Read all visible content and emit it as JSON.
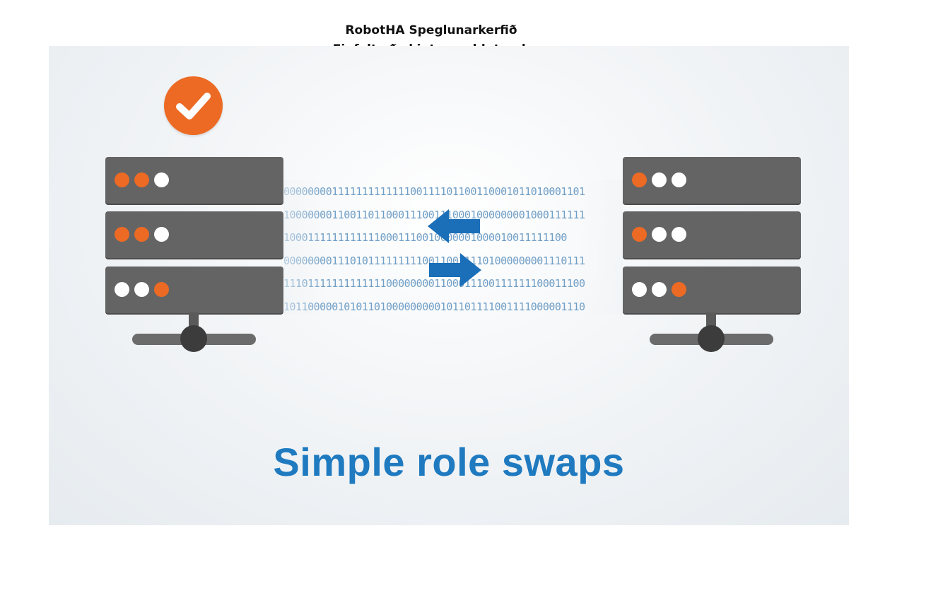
{
  "caption": {
    "line1": "RobotHA Speglunarkerfið",
    "line2": "Einfalt að skipta um hlutverk"
  },
  "headline": "Simple role swaps",
  "binary_lines": [
    "00000000111111111111100111101100110001011010001101",
    "10000000110011011000111001110001000000001000111111",
    "10001111111111110001110010000001000010011111100",
    "00000000111010111111111001100111101000000001110111",
    "11101111111111111000000001100011100111111100011100",
    "10110000010101101000000000101101111001111000001110"
  ],
  "servers": {
    "left": {
      "status_icon": "check-icon",
      "racks": [
        [
          "orange",
          "orange",
          "white"
        ],
        [
          "orange",
          "orange",
          "white"
        ],
        [
          "white",
          "white",
          "orange"
        ]
      ]
    },
    "right": {
      "racks": [
        [
          "orange",
          "white",
          "white"
        ],
        [
          "orange",
          "white",
          "white"
        ],
        [
          "white",
          "white",
          "orange"
        ]
      ]
    }
  },
  "colors": {
    "accent_orange": "#ec6a24",
    "rack_gray": "#646464",
    "headline_blue": "#1f7ac0",
    "arrow_blue": "#1a6fb8",
    "binary_blue": "#6f9ec6"
  },
  "icons": {
    "arrow_left": "arrow-left-icon",
    "arrow_right": "arrow-right-icon"
  }
}
